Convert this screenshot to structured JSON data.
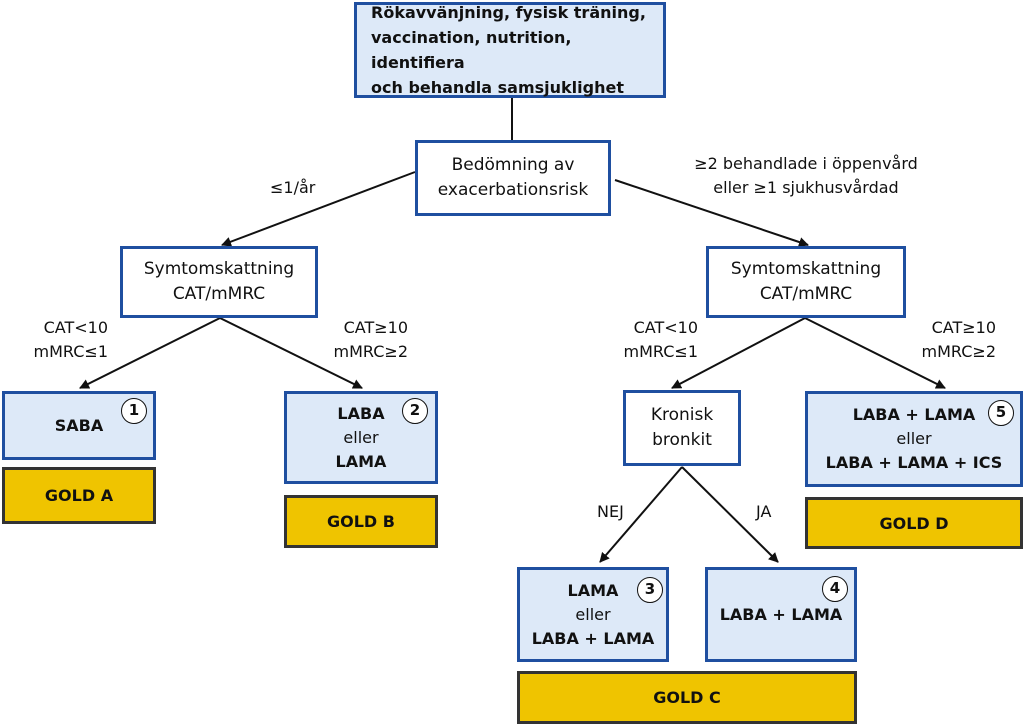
{
  "top": {
    "line1": "Rökavvänjning, fysisk träning,",
    "line2": "vaccination, nutrition, identifiera",
    "line3": "och behandla samsjuklighet"
  },
  "risk": {
    "line1": "Bedömning av",
    "line2": "exacerbationsrisk",
    "left_label": "≤1/år",
    "right_label1": "≥2 behandlade i öppenvård",
    "right_label2": "eller ≥1 sjukhusvårdad"
  },
  "symptom_left": {
    "line1": "Symtomskattning",
    "line2": "CAT/mMRC",
    "low1": "CAT<10",
    "low2": "mMRC≤1",
    "high1": "CAT≥10",
    "high2": "mMRC≥2"
  },
  "symptom_right": {
    "line1": "Symtomskattning",
    "line2": "CAT/mMRC",
    "low1": "CAT<10",
    "low2": "mMRC≤1",
    "high1": "CAT≥10",
    "high2": "mMRC≥2"
  },
  "box1": {
    "text": "SABA",
    "num": "1"
  },
  "box2": {
    "line1": "LABA",
    "line2": "eller",
    "line3": "LAMA",
    "num": "2"
  },
  "bronchitis": {
    "line1": "Kronisk",
    "line2": "bronkit",
    "no": "NEJ",
    "yes": "JA"
  },
  "box3": {
    "line1": "LAMA",
    "line2": "eller",
    "line3": "LABA + LAMA",
    "num": "3"
  },
  "box4": {
    "text": "LABA + LAMA",
    "num": "4"
  },
  "box5": {
    "line1": "LABA + LAMA",
    "line2": "eller",
    "line3": "LABA + LAMA + ICS",
    "num": "5"
  },
  "gold": {
    "a": "GOLD A",
    "b": "GOLD B",
    "c": "GOLD C",
    "d": "GOLD D"
  },
  "colors": {
    "border_blue": "#1f4fa0",
    "fill_blue": "#dde9f8",
    "gold": "#efc400"
  }
}
